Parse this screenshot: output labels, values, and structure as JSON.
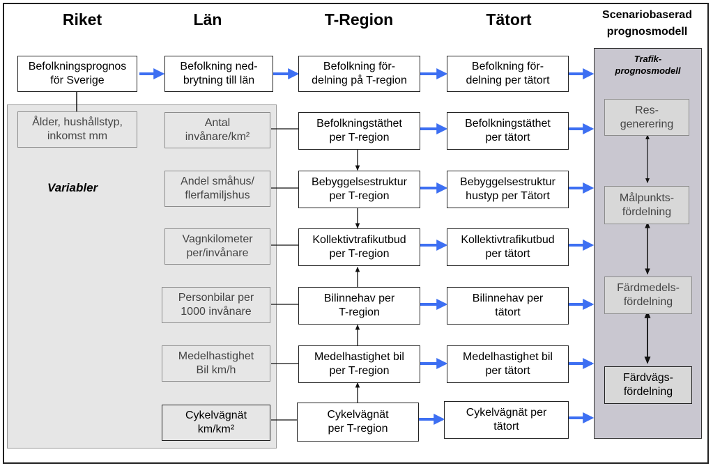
{
  "headers": {
    "riket": "Riket",
    "lan": "Län",
    "tregion": "T-Region",
    "tatort": "Tätort",
    "scenario": "Scenariobaserad\nprognosmodell"
  },
  "riket_box": "Befolkningsprognos\nför Sverige",
  "lan_box": "Befolkning ned-\nbrytning till län",
  "variables": {
    "label": "Variabler",
    "alder": "Ålder, hushållstyp,\ninkomst mm",
    "items": [
      "Antal\ninvånare/km²",
      "Andel småhus/\nflerfamiljshus",
      "Vagnkilometer\nper/invånare",
      "Personbilar per\n1000 invånare",
      "Medelhastighet\nBil km/h",
      "Cykelvägnät\nkm/km²"
    ]
  },
  "tregion_boxes": [
    "Befolkning för-\ndelning på T-region",
    "Befolkningstäthet\nper T-region",
    "Bebyggelsestruktur\nper T-region",
    "Kollektivtrafikutbud\nper T-region",
    "Bilinnehav per\nT-region",
    "Medelhastighet bil\nper T-region",
    "Cykelvägnät\nper T-region"
  ],
  "tatort_boxes": [
    "Befolkning för-\ndelning per tätort",
    "Befolkningstäthet\nper tätort",
    "Bebyggelsestruktur\nhustyp  per Tätort",
    "Kollektivtrafikutbud\nper tätort",
    "Bilinnehav  per\ntätort",
    "Medelhastighet bil\nper tätort",
    "Cykelvägnät per\ntätort"
  ],
  "trafik_label": "Trafik-\nprognosmodell",
  "scenario_steps": [
    "Res-\ngenerering",
    "Målpunkts-\nfördelning",
    "Färdmedels-\nfördelning",
    "Färdvägs-\nfördelning"
  ],
  "colors": {
    "arrow_blue": "#3d6ff2",
    "variable_panel": "#e6e6e6",
    "scenario_panel": "#c9c7d0"
  }
}
